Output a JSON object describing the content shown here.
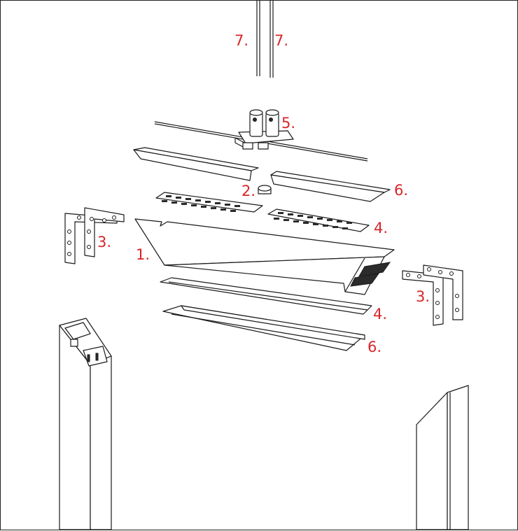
{
  "colors": {
    "callout": "#d9252b",
    "line": "#1a1a1a",
    "background": "#ffffff"
  },
  "callouts": {
    "rod_left": "7.",
    "rod_right": "7.",
    "hanger": "5.",
    "connector": "2.",
    "cover_top_right": "6.",
    "cover_bottom": "6.",
    "pad_right": "4.",
    "pad_bottom": "4.",
    "bracket_left": "3.",
    "bracket_right": "3.",
    "profile": "1."
  }
}
